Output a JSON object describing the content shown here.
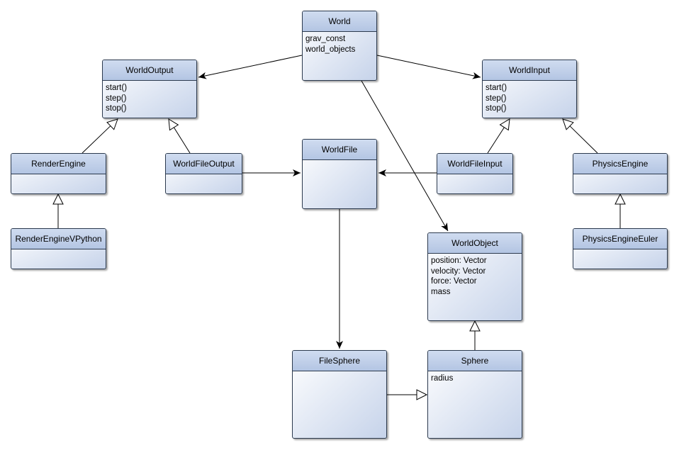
{
  "classes": {
    "world": {
      "name": "World",
      "members": [
        "grav_const",
        "world_objects"
      ]
    },
    "world_output": {
      "name": "WorldOutput",
      "members": [
        "start()",
        "step()",
        "stop()"
      ]
    },
    "world_input": {
      "name": "WorldInput",
      "members": [
        "start()",
        "step()",
        "stop()"
      ]
    },
    "render_engine": {
      "name": "RenderEngine",
      "members": []
    },
    "world_file_output": {
      "name": "WorldFileOutput",
      "members": []
    },
    "world_file": {
      "name": "WorldFile",
      "members": []
    },
    "world_file_input": {
      "name": "WorldFileInput",
      "members": []
    },
    "physics_engine": {
      "name": "PhysicsEngine",
      "members": []
    },
    "render_engine_vpython": {
      "name": "RenderEngineVPython",
      "members": []
    },
    "physics_engine_euler": {
      "name": "PhysicsEngineEuler",
      "members": []
    },
    "world_object": {
      "name": "WorldObject",
      "members": [
        "position: Vector",
        "velocity: Vector",
        "force: Vector",
        "mass"
      ]
    },
    "file_sphere": {
      "name": "FileSphere",
      "members": []
    },
    "sphere": {
      "name": "Sphere",
      "members": [
        "radius"
      ]
    }
  },
  "relations": [
    {
      "type": "association",
      "from": "world",
      "to": "world_output"
    },
    {
      "type": "association",
      "from": "world",
      "to": "world_input"
    },
    {
      "type": "association",
      "from": "world",
      "to": "world_object"
    },
    {
      "type": "association",
      "from": "world_file_output",
      "to": "world_file"
    },
    {
      "type": "association",
      "from": "world_file_input",
      "to": "world_file"
    },
    {
      "type": "association",
      "from": "world_file",
      "to": "file_sphere"
    },
    {
      "type": "inheritance",
      "from": "render_engine",
      "to": "world_output"
    },
    {
      "type": "inheritance",
      "from": "world_file_output",
      "to": "world_output"
    },
    {
      "type": "inheritance",
      "from": "world_file_input",
      "to": "world_input"
    },
    {
      "type": "inheritance",
      "from": "physics_engine",
      "to": "world_input"
    },
    {
      "type": "inheritance",
      "from": "render_engine_vpython",
      "to": "render_engine"
    },
    {
      "type": "inheritance",
      "from": "physics_engine_euler",
      "to": "physics_engine"
    },
    {
      "type": "inheritance",
      "from": "sphere",
      "to": "world_object"
    },
    {
      "type": "inheritance",
      "from": "file_sphere",
      "to": "sphere"
    }
  ]
}
